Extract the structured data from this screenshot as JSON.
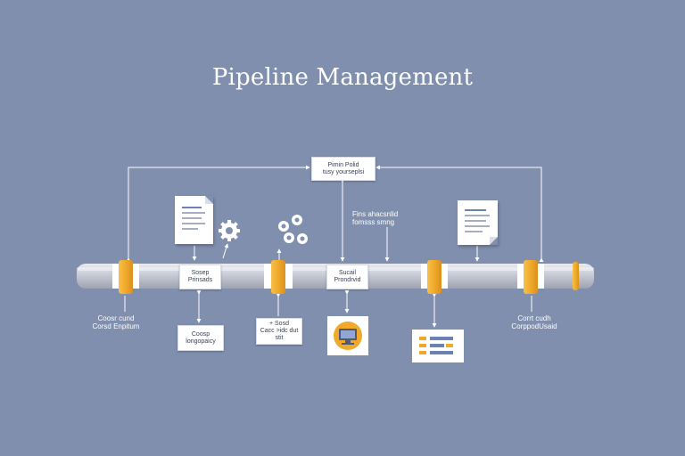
{
  "title": "Pipeline Management",
  "top_box": "Pimin Polid\ntusy yourseplsi",
  "label_top_right": "Fins ahacsnlid\nfomsss smng",
  "label_left": "Coosr cund\nCorsd Enpitum",
  "label_right": "Corrt cudh\nCorppodUsaid",
  "stage_box_1": "Sosep\nPrinsads",
  "stage_box_2": "Sucail\nProndrvid",
  "below_box_1": "Coosp\nlongopaicy",
  "below_box_2": "+ Sosd\nCacc >idc dut\nstit",
  "colors": {
    "background": "#7f8fad",
    "pipe": "#c9ccd6",
    "valve": "#f2b233",
    "connector": "#ffffff"
  },
  "icons": {
    "gear_single": "gear-icon",
    "gear_cluster": "gears-cluster-icon",
    "monitor": "monitor-icon",
    "document": "document-icon",
    "list_panel": "list-panel-icon"
  }
}
